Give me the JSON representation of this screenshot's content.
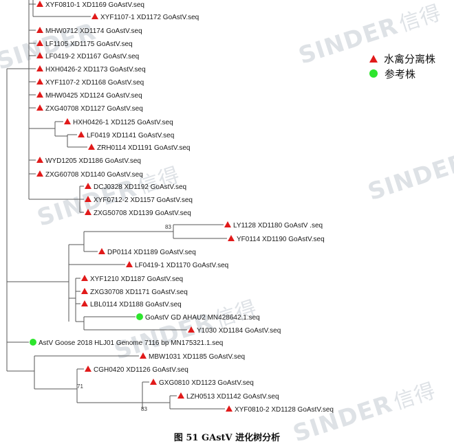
{
  "watermark": {
    "text": "SINDER",
    "cn": "信得"
  },
  "legend": [
    {
      "label": "水禽分离株",
      "marker": "red-triangle"
    },
    {
      "label": "参考株",
      "marker": "green-circle"
    }
  ],
  "colors": {
    "isolate": "#e11a1a",
    "reference": "#2ee52e",
    "branch": "#555555"
  },
  "leaves": [
    "XYF0810-1 XD1169 GoAstV.seq",
    "XYF1107-1 XD1172 GoAstV.seq",
    "MHW0712 XD1174 GoAstV.seq",
    "LF1105 XD1175 GoAstV.seq",
    "LF0419-2 XD1167 GoAstV.seq",
    "HXH0426-2 XD1173 GoAstV.seq",
    "XYF1107-2 XD1168 GoAstV.seq",
    "MHW0425 XD1124 GoAstV.seq",
    "ZXG40708 XD1127 GoAstV.seq",
    "HXH0426-1 XD1125 GoAstV.seq",
    "LF0419 XD1141 GoAstV.seq",
    "ZRH0114 XD1191 GoAstV.seq",
    "WYD1205 XD1186 GoAstV.seq",
    "ZXG60708 XD1140 GoAstV.seq",
    "DCJ0328 XD1192 GoAstV.seq",
    "XYF0712-2 XD1157 GoAstV.seq",
    "ZXG50708 XD1139 GoAstV.seq",
    "LY1128 XD1180 GoAstV .seq",
    "YF0114 XD1190 GoAstV.seq",
    "DP0114 XD1189 GoAstV.seq",
    "LF0419-1 XD1170 GoAstV.seq",
    "XYF1210 XD1187 GoAstV.seq",
    "ZXG30708 XD1171 GoAstV.seq",
    "LBL0114 XD1188 GoAstV.seq",
    "GoAstV GD AHAU2 MN428642.1.seq",
    "Y1030 XD1184 GoAstV.seq",
    "AstV Goose 2018 HLJ01 Genome 7116 bp MN175321.1.seq",
    "MBW1031 XD1185 GoAstV.seq",
    "CGH0420 XD1126 GoAstV.seq",
    "GXG0810 XD1123 GoAstV.seq",
    "LZH0513 XD1142 GoAstV.seq",
    "XYF0810-2 XD1128 GoAstV.seq"
  ],
  "bootstrap": [
    "83",
    "71",
    "83"
  ],
  "caption": "图 51   GAstV 进化树分析"
}
